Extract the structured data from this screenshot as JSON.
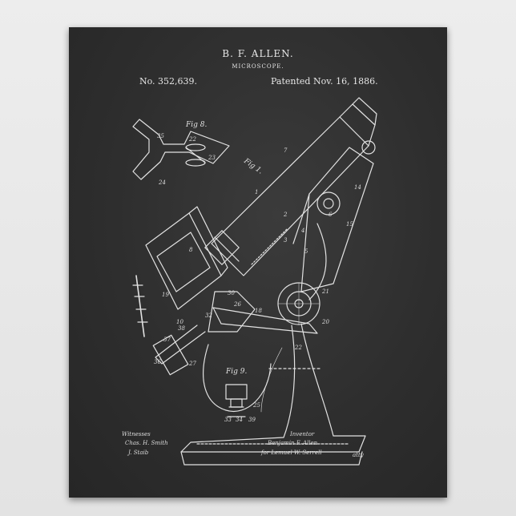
{
  "poster": {
    "inventor_name": "B. F. ALLEN.",
    "invention": "MICROSCOPE.",
    "patent_number": "No. 352,639.",
    "patent_date": "Patented Nov. 16, 1886.",
    "fig_labels": [
      "Fig 8.",
      "Fig 1.",
      "Fig 9."
    ],
    "witnesses_label": "Witnesses",
    "witness_1": "Chas. H. Smith",
    "witness_2": "J. Staib",
    "inventor_label": "Inventor",
    "inventor_signature": "Benjamin F. Allen",
    "attorney_line": "for Lemuel W. Serrell",
    "attorney_suffix": "atty",
    "ref_numbers": [
      "35",
      "22",
      "23",
      "24",
      "7",
      "1",
      "14",
      "15",
      "6",
      "2",
      "3",
      "5",
      "4",
      "8",
      "20",
      "21",
      "18",
      "22",
      "38",
      "37",
      "36",
      "32",
      "30",
      "26",
      "19",
      "10",
      "33",
      "34",
      "39",
      "25",
      "27"
    ]
  },
  "colors": {
    "chalkboard": "#2e2e2e",
    "chalk": "#e6e6e6",
    "wall": "#e9e9e9"
  }
}
